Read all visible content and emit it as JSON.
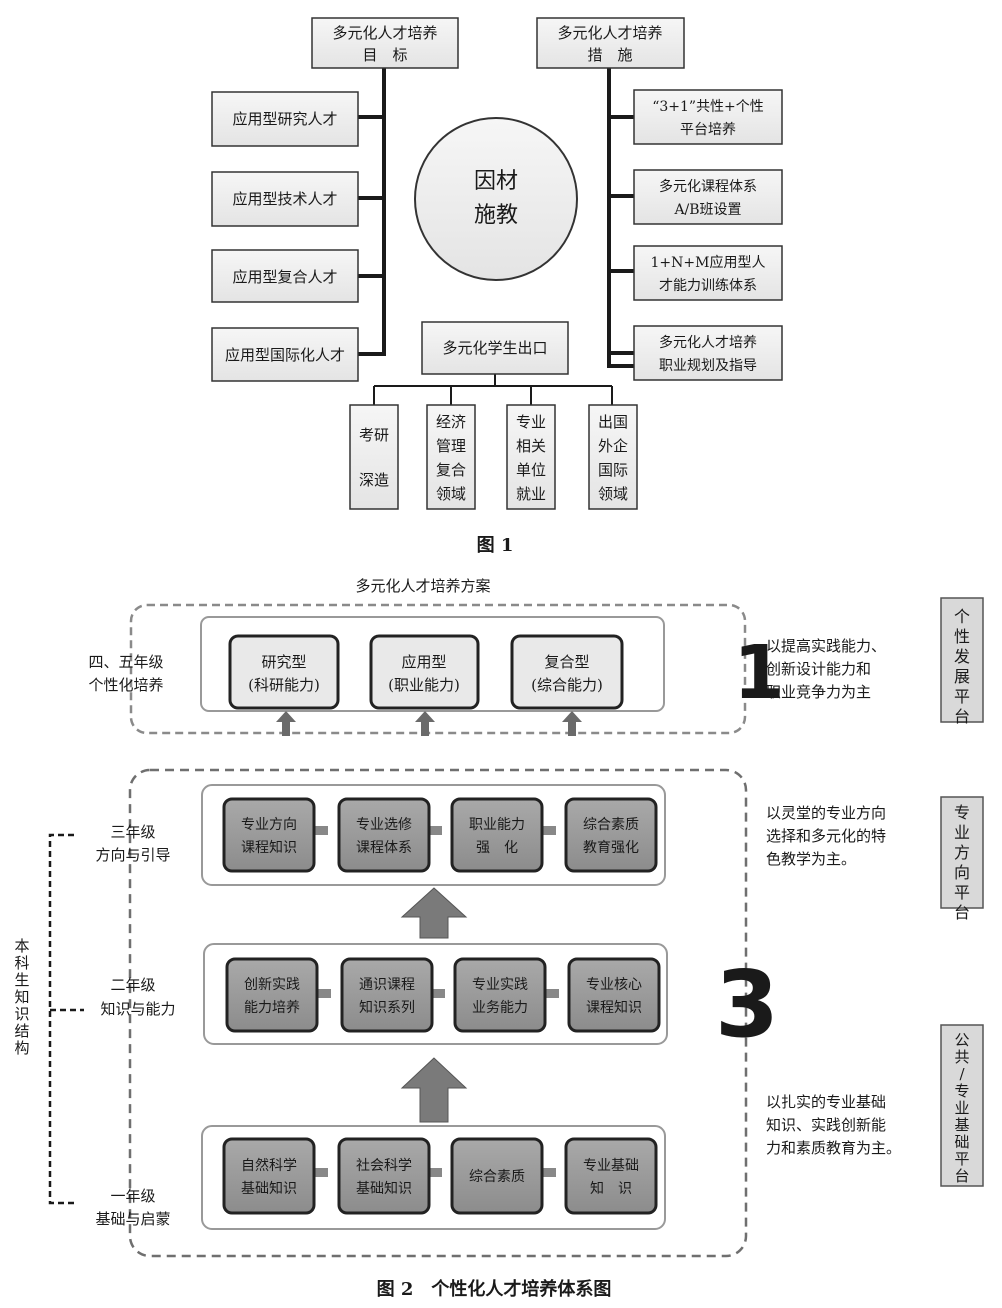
{
  "figure1": {
    "goal_title": [
      "多元化人才培养",
      "目　标"
    ],
    "measure_title": [
      "多元化人才培养",
      "措　施"
    ],
    "goals": [
      "应用型研究人才",
      "应用型技术人才",
      "应用型复合人才",
      "应用型国际化人才"
    ],
    "center": [
      "因材",
      "施教"
    ],
    "measures": [
      [
        "“3+1”共性+个性",
        "平台培养"
      ],
      [
        "多元化课程体系",
        "A/B班设置"
      ],
      [
        "1+N+M应用型人",
        "才能力训练体系"
      ],
      [
        "多元化人才培养",
        "职业规划及指导"
      ]
    ],
    "outlet_title": "多元化学生出口",
    "outlets": [
      [
        "考研",
        "深造"
      ],
      [
        "经济",
        "管理",
        "复合",
        "领域"
      ],
      [
        "专业",
        "相关",
        "单位",
        "就业"
      ],
      [
        "出国",
        "外企",
        "国际",
        "领域"
      ]
    ],
    "caption": "图 1"
  },
  "figure2": {
    "title": "多元化人才培养方案",
    "top_label": [
      "四、五年级",
      "个性化培养"
    ],
    "top_boxes": [
      [
        "研究型",
        "(科研能力)"
      ],
      [
        "应用型",
        "(职业能力)"
      ],
      [
        "复合型",
        "(综合能力)"
      ]
    ],
    "number_top": "1",
    "top_desc": [
      "以提高实践能力、",
      "创新设计能力和",
      "职业竞争力为主"
    ],
    "platform_top": "个性发展平台",
    "row3_label": [
      "三年级",
      "方向与引导"
    ],
    "row3_boxes": [
      [
        "专业方向",
        "课程知识"
      ],
      [
        "专业选修",
        "课程体系"
      ],
      [
        "职业能力",
        "强　化"
      ],
      [
        "综合素质",
        "教育强化"
      ]
    ],
    "row3_desc": [
      "以灵堂的专业方向",
      "选择和多元化的特",
      "色教学为主。"
    ],
    "platform_mid": "专业方向平台",
    "row2_label": [
      "二年级",
      "知识与能力"
    ],
    "row2_boxes": [
      [
        "创新实践",
        "能力培养"
      ],
      [
        "通识课程",
        "知识系列"
      ],
      [
        "专业实践",
        "业务能力"
      ],
      [
        "专业核心",
        "课程知识"
      ]
    ],
    "number_bottom": "3",
    "row1_label": [
      "一年级",
      "基础与启蒙"
    ],
    "row1_boxes": [
      [
        "自然科学",
        "基础知识"
      ],
      [
        "社会科学",
        "基础知识"
      ],
      [
        "综合素质"
      ],
      [
        "专业基础",
        "知　识"
      ]
    ],
    "bottom_desc": [
      "以扎实的专业基础",
      "知识、实践创新能",
      "力和素质教育为主。"
    ],
    "platform_bottom": "公共/专业基础平台",
    "side_label": "本科生知识结构",
    "caption": "图 2　个性化人才培养体系图"
  }
}
